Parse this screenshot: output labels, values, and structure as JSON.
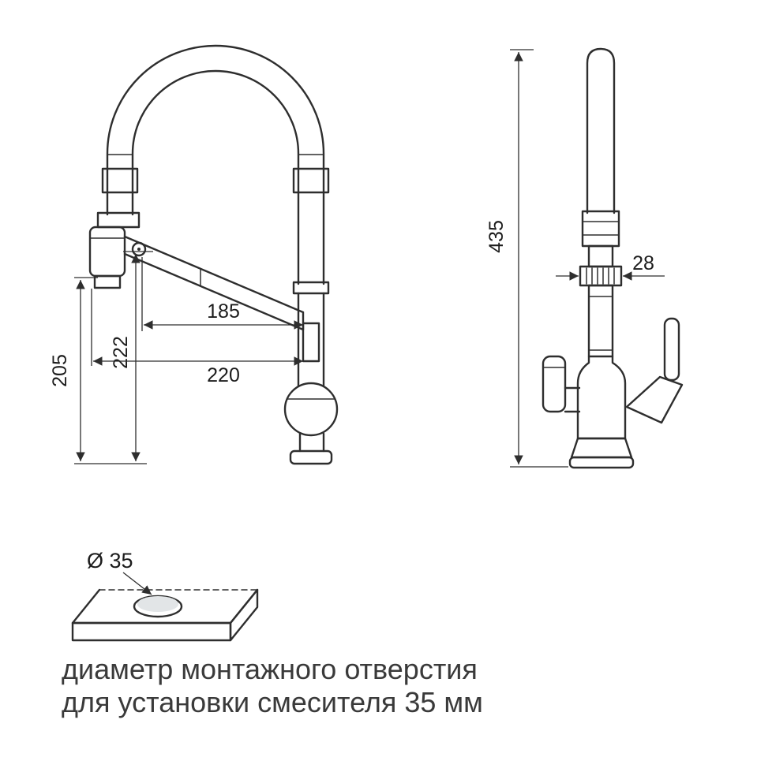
{
  "diagram": {
    "background": "#ffffff",
    "line_color": "#2e2e2e",
    "hole_fill": "#c3c8cc"
  },
  "side_view": {
    "dimensions": {
      "spout_reach": "185",
      "outlet_height": "222",
      "overall_reach": "220",
      "spray_head_height": "205"
    }
  },
  "front_view": {
    "dimensions": {
      "overall_height": "435",
      "collar_diameter": "28"
    }
  },
  "mounting_hole": {
    "diameter_label": "Ø 35"
  },
  "caption": {
    "line1": "диаметр монтажного отверстия",
    "line2": "для установки смесителя 35 мм"
  }
}
